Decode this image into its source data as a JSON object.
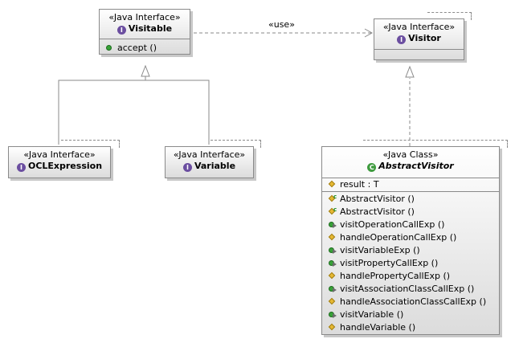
{
  "use_label": "«use»",
  "classifiers": {
    "visitable": {
      "stereotype": "«Java Interface»",
      "kind_icon": "interface-icon",
      "name": "Visitable",
      "operations": [
        {
          "icon": "public-method-icon",
          "label": "accept ()"
        }
      ]
    },
    "visitor": {
      "stereotype": "«Java Interface»",
      "kind_icon": "interface-icon",
      "name": "Visitor"
    },
    "ocl_expression": {
      "stereotype": "«Java Interface»",
      "kind_icon": "interface-icon",
      "name": "OCLExpression"
    },
    "variable": {
      "stereotype": "«Java Interface»",
      "kind_icon": "interface-icon",
      "name": "Variable"
    },
    "abstract_visitor": {
      "stereotype": "«Java Class»",
      "kind_icon": "class-icon",
      "name": "AbstractVisitor",
      "attributes": [
        {
          "icon": "protected-field-icon",
          "label": "result : T"
        }
      ],
      "operations": [
        {
          "icon": "protected-constructor-icon",
          "label": "AbstractVisitor ()"
        },
        {
          "icon": "protected-constructor-icon",
          "label": "AbstractVisitor ()"
        },
        {
          "icon": "public-method-icon",
          "label": "visitOperationCallExp ()"
        },
        {
          "icon": "protected-method-icon",
          "label": "handleOperationCallExp ()"
        },
        {
          "icon": "public-method-icon",
          "label": "visitVariableExp ()"
        },
        {
          "icon": "public-method-icon",
          "label": "visitPropertyCallExp ()"
        },
        {
          "icon": "protected-method-icon",
          "label": "handlePropertyCallExp ()"
        },
        {
          "icon": "public-method-icon",
          "label": "visitAssociationClassCallExp ()"
        },
        {
          "icon": "protected-method-icon",
          "label": "handleAssociationClassCallExp ()"
        },
        {
          "icon": "public-method-icon",
          "label": "visitVariable ()"
        },
        {
          "icon": "protected-method-icon",
          "label": "handleVariable ()"
        }
      ]
    }
  }
}
